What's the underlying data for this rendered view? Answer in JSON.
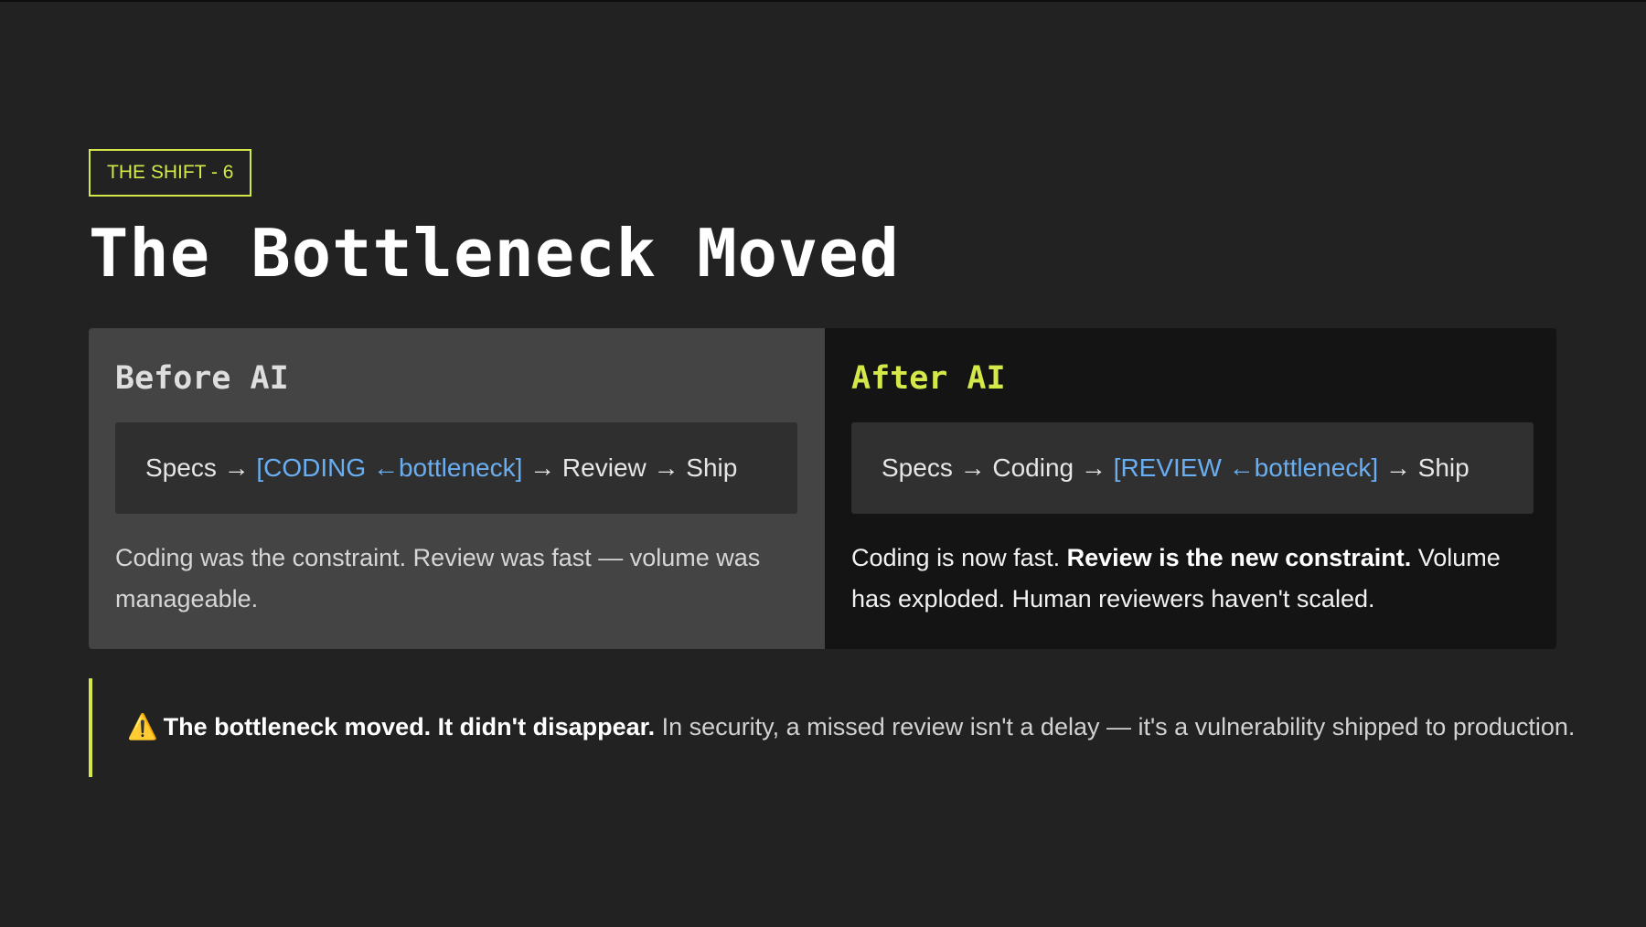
{
  "slide": {
    "tag": "THE SHIFT - 6",
    "title": "The Bottleneck Moved"
  },
  "before": {
    "heading": "Before AI",
    "flow": {
      "part1": "Specs → ",
      "highlight": "[CODING ←bottleneck]",
      "part2": " → Review → Ship"
    },
    "description": "Coding was the constraint. Review was fast — volume was manageable."
  },
  "after": {
    "heading": "After AI",
    "flow": {
      "part1": "Specs → Coding → ",
      "highlight": "[REVIEW ←bottleneck]",
      "part2": " → Ship"
    },
    "description": {
      "lead": "Coding is now fast. ",
      "bold": "Review is the new constraint.",
      "rest": " Volume has exploded. Human reviewers haven't scaled."
    }
  },
  "callout": {
    "icon": "warning-icon",
    "icon_glyph": "⚠️",
    "bold": "The bottleneck moved. It didn't disappear.",
    "text": " In security, a missed review isn't a delay — it's a vulnerability shipped to production."
  },
  "colors": {
    "accent": "#d4e84a",
    "highlight": "#6aaef2",
    "background": "#222222"
  }
}
